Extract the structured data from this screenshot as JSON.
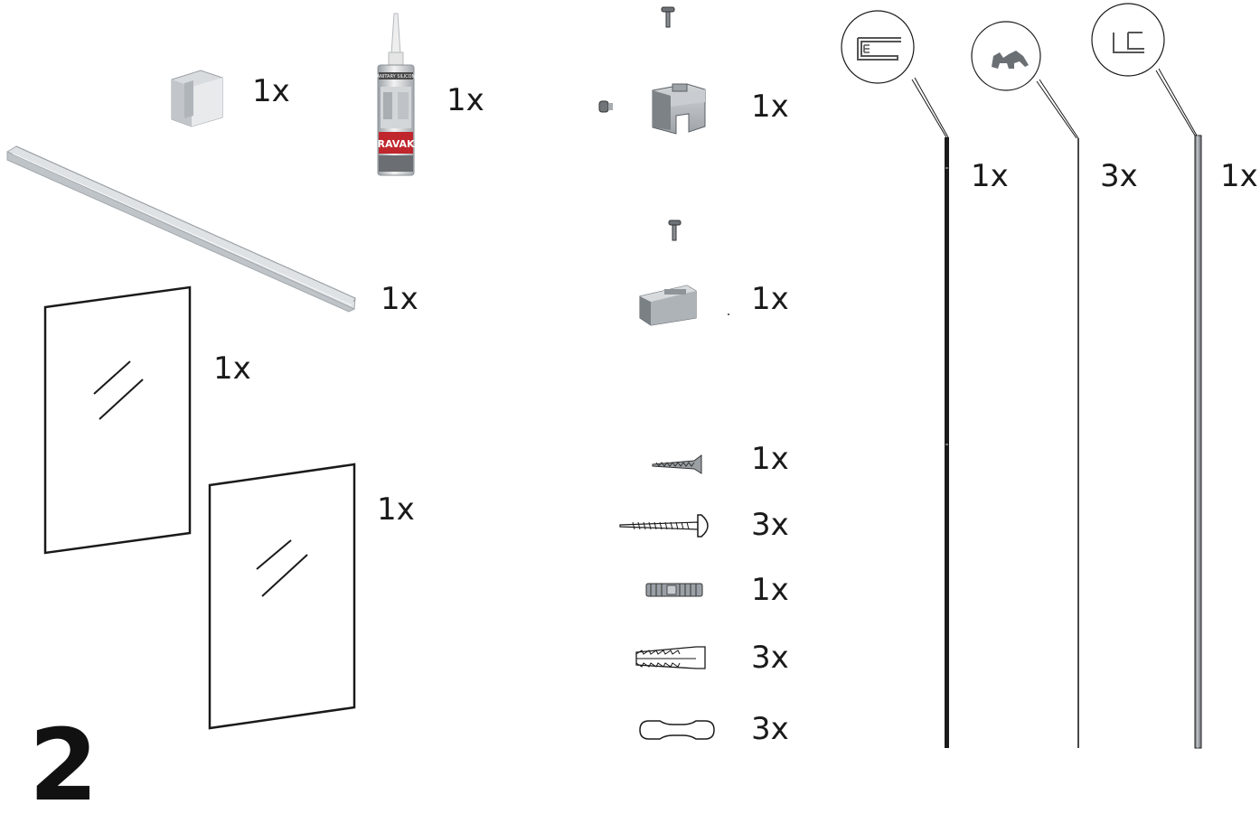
{
  "step_number": "2",
  "parts": [
    {
      "id": "glass-holder-clip",
      "quantity": "1x"
    },
    {
      "id": "silicone-tube",
      "quantity": "1x",
      "label_lines": [
        "SANITARY SILICONE",
        "RAVAK"
      ]
    },
    {
      "id": "wall-bracket-with-screw",
      "quantity": "1x"
    },
    {
      "id": "aluminium-profile",
      "quantity": "1x"
    },
    {
      "id": "end-cap-with-screw",
      "quantity": "1x"
    },
    {
      "id": "glass-panel-1",
      "quantity": "1x"
    },
    {
      "id": "glass-panel-2",
      "quantity": "1x"
    },
    {
      "id": "wood-screw",
      "quantity": "1x"
    },
    {
      "id": "round-head-screw",
      "quantity": "3x"
    },
    {
      "id": "expansion-anchor",
      "quantity": "1x"
    },
    {
      "id": "wall-plug",
      "quantity": "3x"
    },
    {
      "id": "spacer-pad",
      "quantity": "3x"
    },
    {
      "id": "seal-profile-e",
      "quantity": "1x"
    },
    {
      "id": "seal-profile-bulb",
      "quantity": "3x"
    },
    {
      "id": "seal-profile-l",
      "quantity": "1x"
    }
  ],
  "colors": {
    "line": "#1a1a1a",
    "metal": "#c8ccd0",
    "metal_dark": "#8d939a",
    "brand_red": "#c0262d"
  }
}
